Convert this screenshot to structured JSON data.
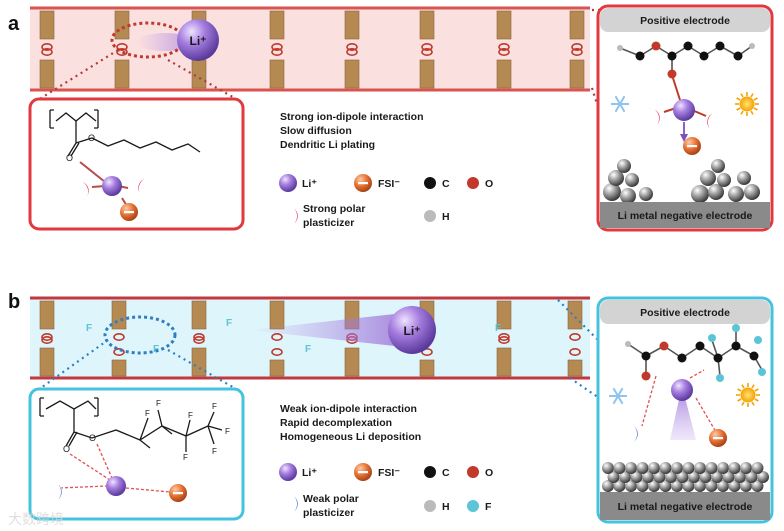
{
  "panel_a": {
    "letter": "a",
    "ion_label": "Li⁺",
    "description": [
      "Strong ion-dipole interaction",
      "Slow diffusion",
      "Dendritic Li plating"
    ],
    "legend": {
      "li": "Li⁺",
      "fsi": "FSI⁻",
      "c": "C",
      "o": "O",
      "h": "H",
      "plasticizer": [
        "Strong polar",
        "plasticizer"
      ]
    },
    "electrode_positive": "Positive electrode",
    "electrode_negative": "Li metal negative electrode",
    "colors": {
      "frame": "#e0393f",
      "channel": "#fbe0e0",
      "plasticizer": "#e6265c"
    }
  },
  "panel_b": {
    "letter": "b",
    "ion_label": "Li⁺",
    "fluorine_marker": "F",
    "description": [
      "Weak ion-dipole interaction",
      "Rapid decomplexation",
      "Homogeneous Li deposition"
    ],
    "legend": {
      "li": "Li⁺",
      "fsi": "FSI⁻",
      "c": "C",
      "o": "O",
      "h": "H",
      "f": "F",
      "plasticizer": [
        "Weak polar",
        "plasticizer"
      ]
    },
    "molecule_atoms": [
      "F",
      "F",
      "F",
      "F",
      "F",
      "F",
      "F"
    ],
    "electrode_positive": "Positive electrode",
    "electrode_negative": "Li metal negative electrode",
    "colors": {
      "frame": "#45c3de",
      "channel": "#def5fb",
      "plasticizer": "#3f63d9"
    }
  },
  "watermark": "大数跨境",
  "colors": {
    "li": "#9b6fd6",
    "fsi": "#e06a2c",
    "carbon": "#111111",
    "oxygen": "#c0392b",
    "hydrogen": "#bbbbbb",
    "fluorine": "#5cc4d6",
    "wood": "#b58a52"
  }
}
